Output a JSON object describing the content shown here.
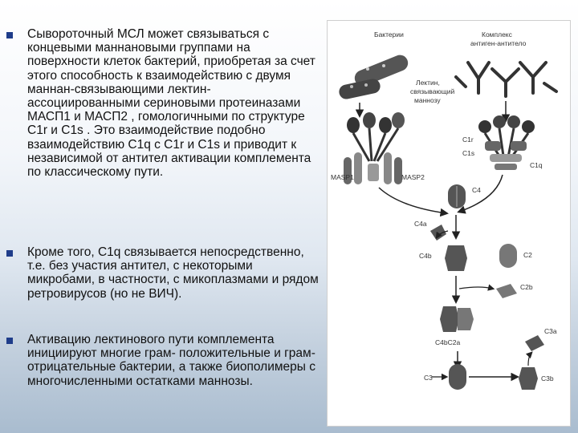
{
  "bullets": [
    {
      "text": "Сывороточный МСЛ может связываться с концевыми маннановыми группами на поверхности клеток бактерий, приобретая за счет этого способность к взаимодействию с двумя маннан-связывающими лектин-ассоциированными сериновыми протеиназами МАСП1 и МАСП2 , гомологичными по структуре C1r и C1s . Это взаимодействие подобно взаимодействию C1q с C1r и C1s и приводит к независимой от антител активации комплемента по классическому пути."
    },
    {
      "text": "Кроме того, C1q связывается непосредственно, т.е. без участия антител, с некоторыми микробами, в частности, с микоплазмами и рядом ретровирусов (но не ВИЧ)."
    },
    {
      "text": "Активацию лектинового пути комплемента инициируют многие грам- положительные и грам-отрицательные бактерии, а также биополимеры с многочисленными остатками маннозы."
    }
  ],
  "figure": {
    "labels": {
      "bacteria": "Бактерии",
      "complex_line1": "Комплекс",
      "complex_line2": "антиген-антитело",
      "lectin_line1": "Лектин,",
      "lectin_line2": "связывающий",
      "lectin_line3": "маннозу",
      "c1r": "C1r",
      "c1s": "C1s",
      "c1q": "C1q",
      "masp1": "MASP1",
      "masp2": "MASP2",
      "c4": "C4",
      "c4a": "C4a",
      "c4b": "C4b",
      "c2": "C2",
      "c2b": "C2b",
      "c4bc2a": "C4bC2a",
      "c3a": "C3a",
      "c3": "C3",
      "c3b": "C3b"
    }
  }
}
